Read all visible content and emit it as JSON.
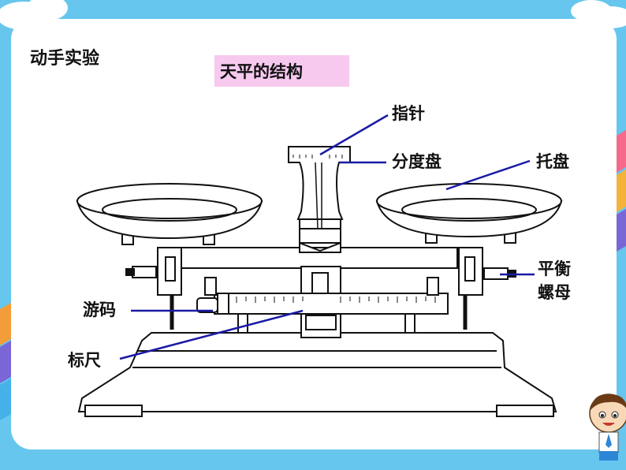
{
  "header": {
    "title": "动手实验",
    "subtitle": "天平的结构"
  },
  "labels": {
    "pointer": "指针",
    "scale_dial": "分度盘",
    "pan": "托盘",
    "balance_nut_line1": "平衡",
    "balance_nut_line2": "螺母",
    "rider": "游码",
    "beam_scale": "标尺"
  },
  "colors": {
    "background": "#66c6ee",
    "subtitle_highlight": "#f7c9ef",
    "leader_line": "#1a1aa6"
  }
}
